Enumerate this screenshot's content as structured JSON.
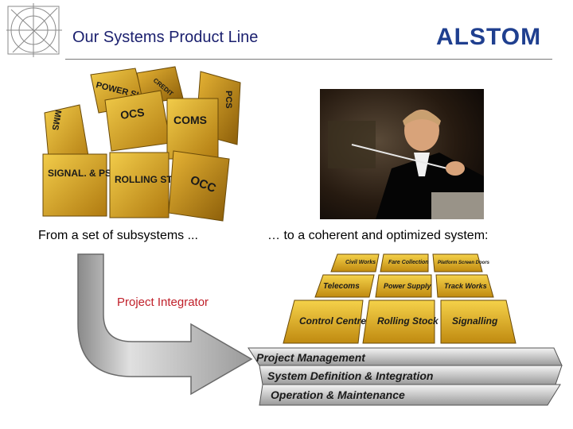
{
  "header": {
    "title": "Our Systems Product Line",
    "logo_text": "ALSTOM"
  },
  "colors": {
    "title": "#1a1f6e",
    "brand": "#1f3f8f",
    "brand_accent": "#d0202a",
    "integrator_label": "#c0202a",
    "cube_gold": "#e0b030"
  },
  "left_panel": {
    "cubes": [
      "POWER SUPPLY",
      "CREDIT",
      "PCS",
      "MMS",
      "OCS",
      "COMS",
      "SIGNAL. & PSD",
      "ROLLING STOCK",
      "OCC"
    ],
    "caption": "From a set of subsystems ..."
  },
  "right_panel": {
    "photo": "orchestra-conductor-photo",
    "caption": "… to a coherent and optimized system:"
  },
  "integrator": {
    "label": "Project Integrator",
    "arrow_icon": "curved-arrow-icon"
  },
  "system_grid": {
    "top_row": [
      "Civil Works",
      "Fare Collection",
      "Platform Screen Doors"
    ],
    "second_row": [
      "Telecoms",
      "Power Supply",
      "Track Works"
    ],
    "front_row": [
      "Control Centre",
      "Rolling Stock",
      "Signalling"
    ],
    "layers": [
      "Project Management",
      "System Definition & Integration",
      "Operation & Maintenance"
    ]
  }
}
